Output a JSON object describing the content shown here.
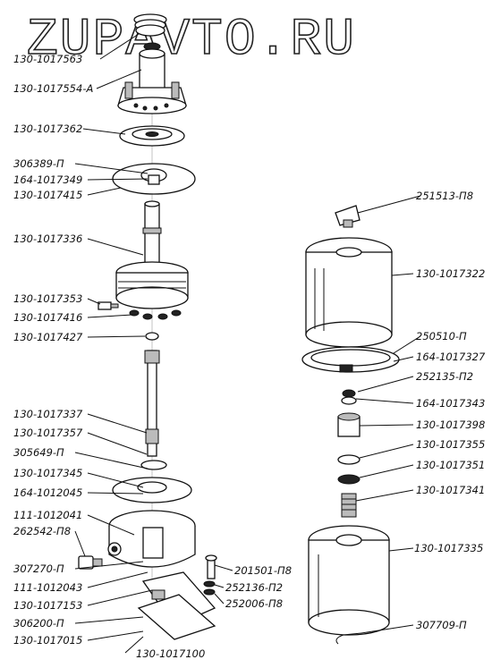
{
  "watermark": "ZUPAVTO.RU",
  "left_labels": [
    "130-1017563",
    "130-1017554-A",
    "130-1017362",
    "306389-П",
    "164-1017349",
    "130-1017415",
    "130-1017336",
    "130-1017353",
    "130-1017416",
    "130-1017427",
    "130-1017337",
    "130-1017357",
    "305649-П",
    "130-1017345",
    "164-1012045",
    "111-1012041",
    "262542-П8",
    "307270-П",
    "111-1012043",
    "130-1017153",
    "306200-П",
    "130-1017015"
  ],
  "bottom_labels": [
    "201501-П8",
    "252136-П2",
    "252006-П8",
    "130-1017100"
  ],
  "right_labels": [
    "251513-П8",
    "130-1017322",
    "250510-П",
    "164-1017327",
    "252135-П2",
    "164-1017343",
    "130-1017398",
    "130-1017355",
    "130-1017351",
    "130-1017341",
    "130-1017335",
    "307709-П"
  ]
}
